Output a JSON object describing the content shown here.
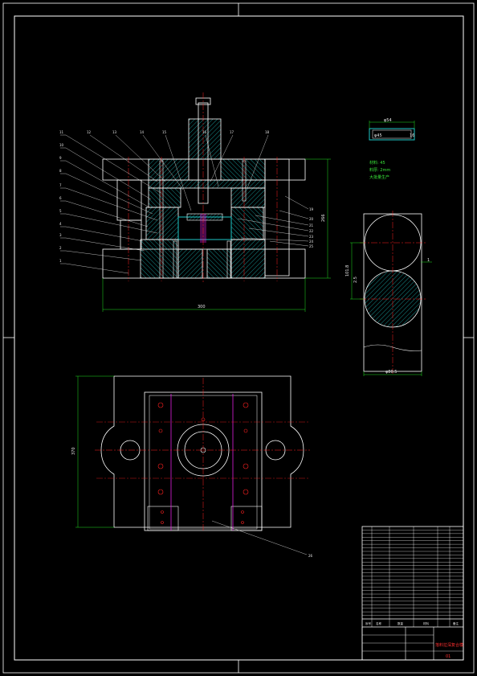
{
  "colors": {
    "background": "#000000",
    "outline": "#ffffff",
    "hatch": "#1ec8c8",
    "centerline": "#ff2020",
    "dimension": "#20e020",
    "magenta": "#e020e0",
    "note_text": "#39e639"
  },
  "section_view": {
    "width_dimension": "300",
    "height_dimension": "266",
    "left_callouts": [
      "11",
      "10",
      "9",
      "8",
      "7",
      "6",
      "5",
      "4",
      "3",
      "2",
      "1"
    ],
    "top_callouts": [
      "12",
      "13",
      "14",
      "15",
      "16",
      "17",
      "18"
    ],
    "right_callouts": [
      "19",
      "20",
      "21",
      "22",
      "23",
      "24",
      "25"
    ]
  },
  "part_view": {
    "width_dimension": "φ54",
    "thickness_dimension": "16",
    "bore_label": "φ45",
    "notes": [
      "材料: 45",
      "料厚: 2mm",
      "大批量生产"
    ]
  },
  "blank_view": {
    "width_dimension": "φ80.5",
    "pitch_dimension": "101.8",
    "gap_dimension": "2.5",
    "edge_dimension": "1"
  },
  "plan_view": {
    "height_dimension": "370",
    "leader_callout": "26"
  },
  "title_block": {
    "header_cells": [
      "序号",
      "名称",
      "数量",
      "材料",
      "备注"
    ],
    "drawing_title": "落料拉深复合模",
    "drawing_number": "01",
    "row_count": 26
  }
}
